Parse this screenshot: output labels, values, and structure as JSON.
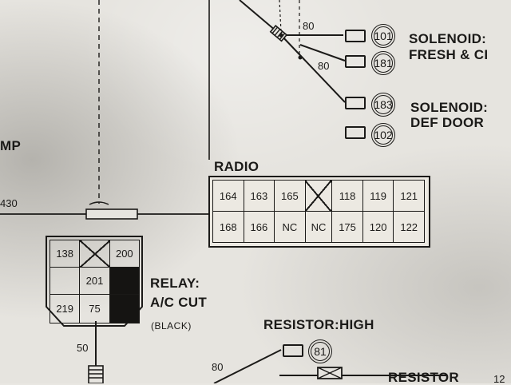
{
  "left_label": {
    "text": "MP"
  },
  "wire_labels": {
    "w430": "430",
    "w80_top": "80",
    "w80_mid": "80",
    "w50": "50",
    "w80_bottom": "80"
  },
  "solenoids": [
    {
      "pins": [
        "101",
        "181"
      ],
      "title_line1": "SOLENOID:",
      "title_line2": "FRESH & CI"
    },
    {
      "pins": [
        "183",
        "102"
      ],
      "title_line1": "SOLENOID:",
      "title_line2": "DEF DOOR"
    }
  ],
  "radio": {
    "title": "RADIO",
    "row1": [
      "164",
      "163",
      "165",
      "",
      "118",
      "119",
      "121"
    ],
    "row2": [
      "168",
      "166",
      "NC",
      "NC",
      "175",
      "120",
      "122"
    ]
  },
  "relay": {
    "pins": {
      "p138": "138",
      "p200": "200",
      "p201": "201",
      "p219": "219",
      "p75": "75"
    },
    "title_line1": "RELAY:",
    "title_line2": "A/C CUT",
    "color_note": "(BLACK)"
  },
  "resistor_high": {
    "title": "RESISTOR:HIGH",
    "pin": "81"
  },
  "resistor_bottom": {
    "title": "RESISTOR",
    "extra": "12"
  },
  "colors": {
    "ink": "#1b1a18",
    "paper": "#e6e4df"
  }
}
